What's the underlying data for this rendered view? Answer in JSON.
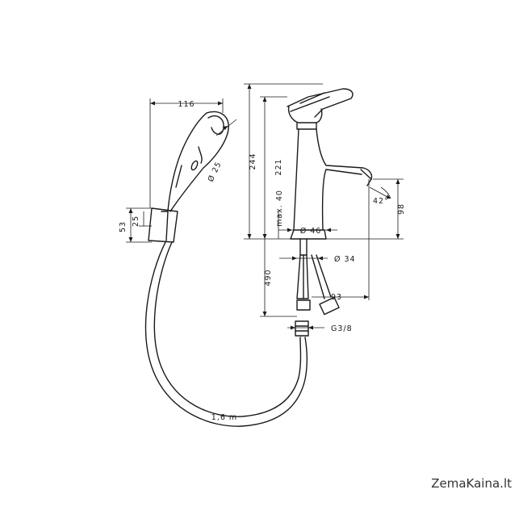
{
  "dimensions": {
    "handshower_length": "116",
    "handshower_diameter": "Ø 25",
    "holder_height": "53",
    "holder_offset": "25",
    "faucet_total_height": "244",
    "faucet_spout_height": "221",
    "max_mounting": "max. 40",
    "base_diameter": "Ø 46",
    "hole_diameter": "Ø 34",
    "hose_length_under": "490",
    "spout_angle": "42°",
    "spout_height_98": "98",
    "spout_reach": "93",
    "thread": "G3/8",
    "hose_length": "1,6 m"
  },
  "watermark": "ZemaKaina.lt"
}
